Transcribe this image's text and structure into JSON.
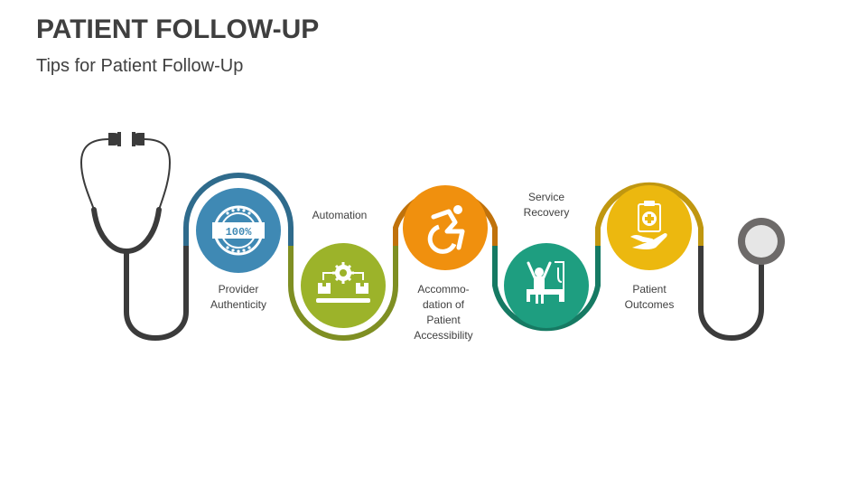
{
  "header": {
    "title": "PATIENT FOLLOW-UP",
    "subtitle": "Tips for Patient Follow-Up"
  },
  "steps": [
    {
      "label_lines": [
        "Provider",
        "Authenticity"
      ],
      "icon": "certified-100-percent-badge-icon",
      "color": "#3f89b4",
      "tube_color": "#2f6b8c"
    },
    {
      "label_lines": [
        "Automation"
      ],
      "icon": "automation-gear-conveyor-icon",
      "color": "#9cb32a",
      "tube_color": "#7f8f23"
    },
    {
      "label_lines": [
        "Accommo-",
        "dation of",
        "Patient",
        "Accessibility"
      ],
      "icon": "wheelchair-accessibility-icon",
      "color": "#f0900e",
      "tube_color": "#c0720b"
    },
    {
      "label_lines": [
        "Service",
        "Recovery"
      ],
      "icon": "patient-recovery-bed-iv-icon",
      "color": "#1e9e80",
      "tube_color": "#167a63"
    },
    {
      "label_lines": [
        "Patient",
        "Outcomes"
      ],
      "icon": "medical-clipboard-care-hand-icon",
      "color": "#ecb80f",
      "tube_color": "#c09710"
    }
  ],
  "decor": {
    "stethoscope_color": "#3b3b3b",
    "chestpiece_ring": "#6d6a69",
    "chestpiece_face": "#e6e6e6"
  }
}
